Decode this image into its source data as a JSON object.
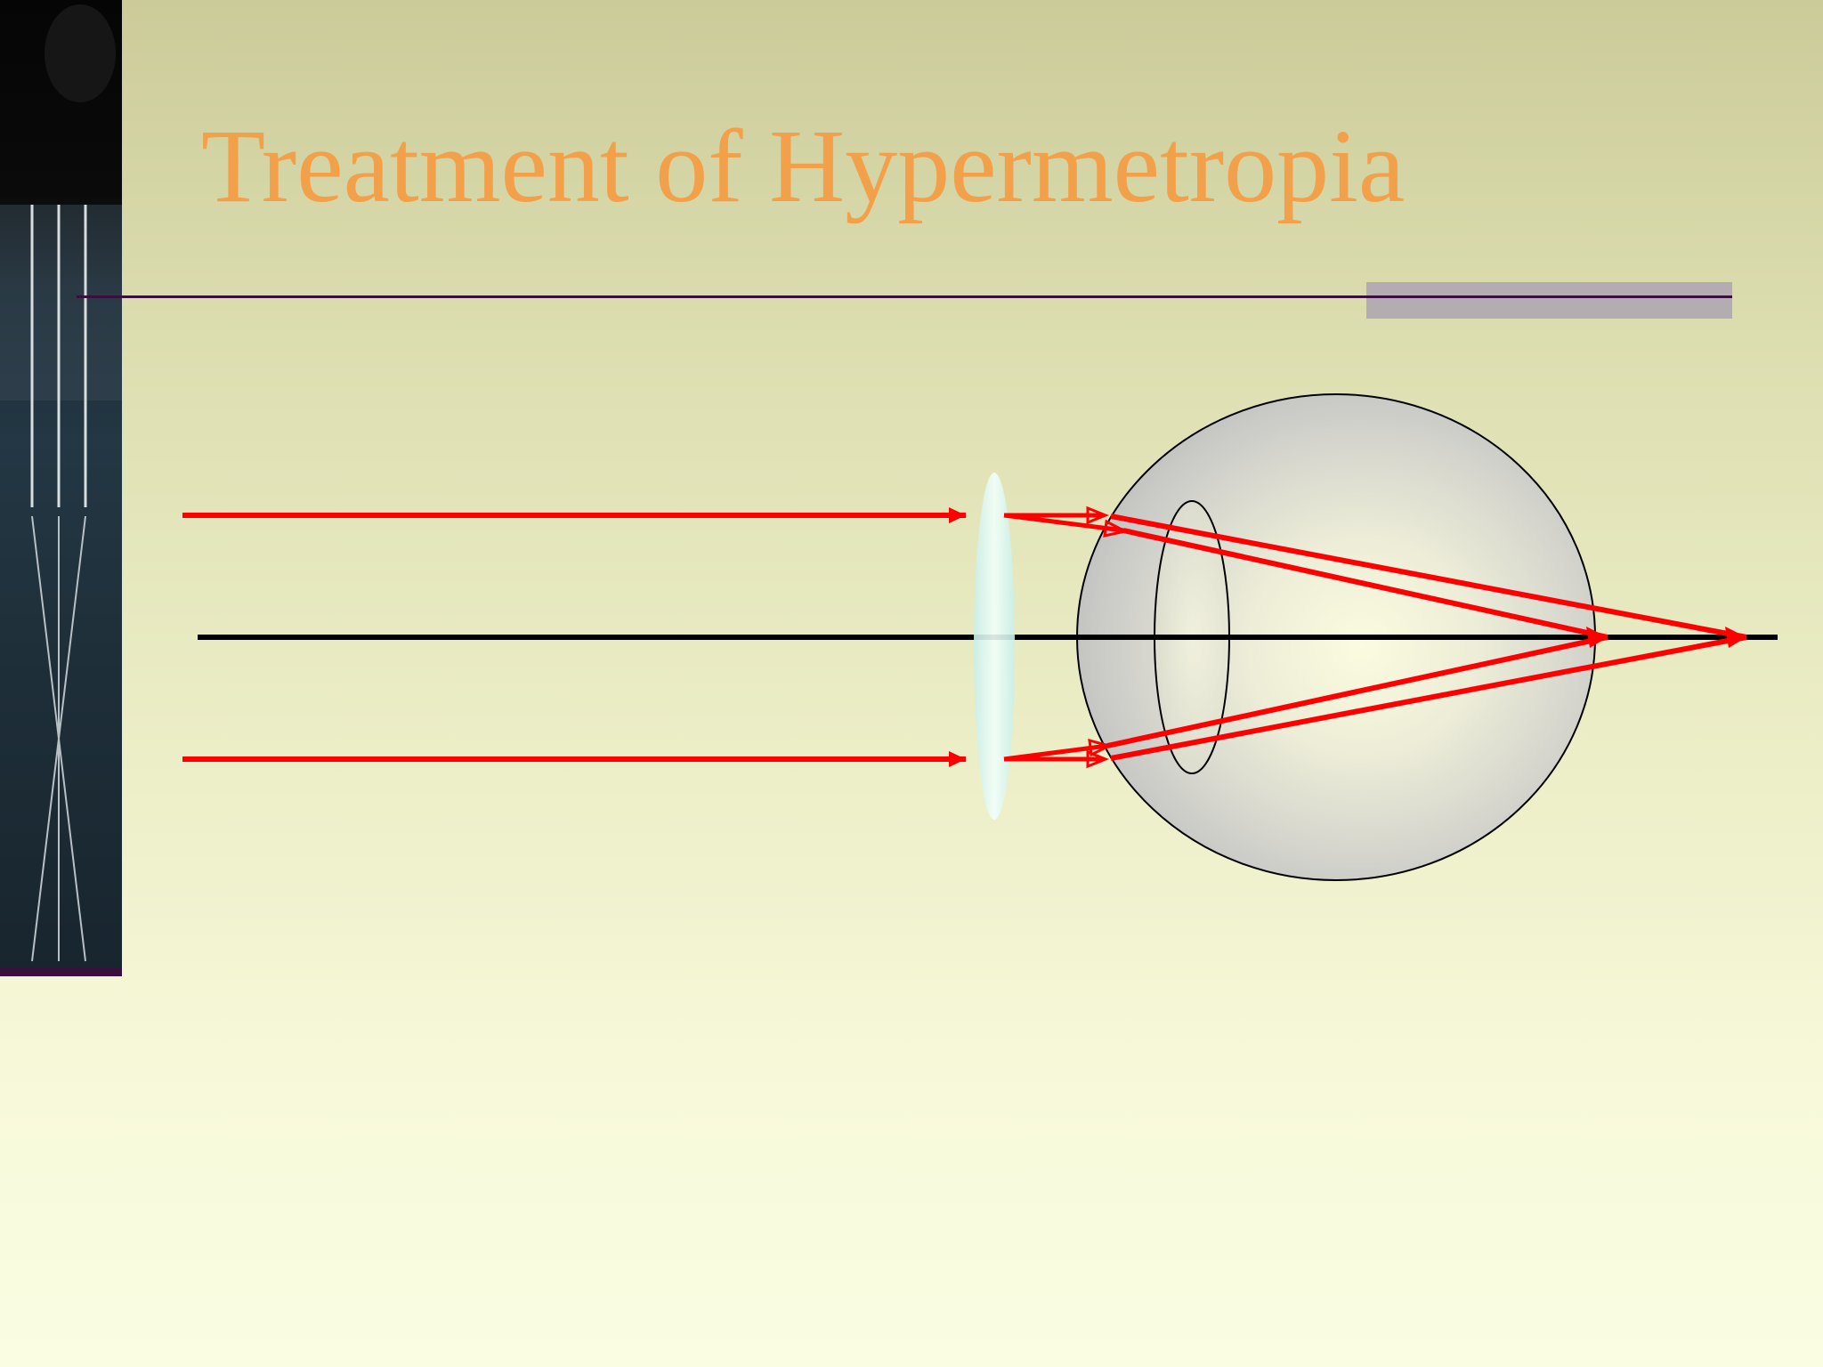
{
  "slide": {
    "title": "Treatment of Hypermetropia"
  },
  "colors": {
    "title": "#f3a04a",
    "ray": "#ff0000",
    "axis": "#000000",
    "rule": "#3a0f3e",
    "rule_accent": "#b3acb0",
    "eyeball": "#d0d0c8",
    "corrective_lens": "#e4faf4"
  },
  "icons": {
    "side_image": "optical-fiber-photo",
    "lens": "convex-lens",
    "eye": "eyeball"
  }
}
